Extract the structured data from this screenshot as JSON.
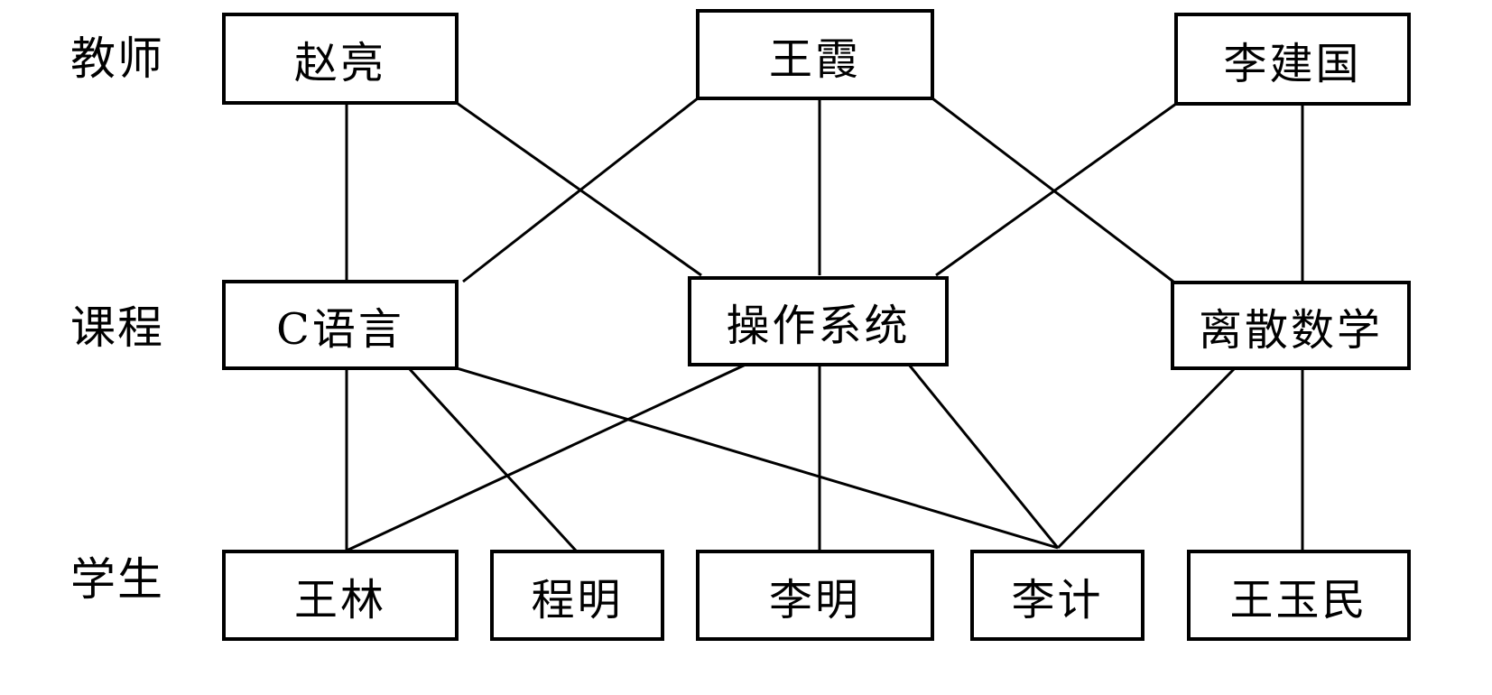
{
  "rows": {
    "teachers": "教师",
    "courses": "课程",
    "students": "学生"
  },
  "teachers": [
    "赵亮",
    "王霞",
    "李建国"
  ],
  "courses": [
    "C语言",
    "操作系统",
    "离散数学"
  ],
  "students": [
    "王林",
    "程明",
    "李明",
    "李计",
    "王玉民"
  ],
  "links": {
    "teacher_course": [
      [
        "赵亮",
        "C语言"
      ],
      [
        "赵亮",
        "操作系统"
      ],
      [
        "王霞",
        "C语言"
      ],
      [
        "王霞",
        "操作系统"
      ],
      [
        "王霞",
        "离散数学"
      ],
      [
        "李建国",
        "操作系统"
      ],
      [
        "李建国",
        "离散数学"
      ]
    ],
    "course_student": [
      [
        "C语言",
        "王林"
      ],
      [
        "C语言",
        "程明"
      ],
      [
        "C语言",
        "李计"
      ],
      [
        "操作系统",
        "王林"
      ],
      [
        "操作系统",
        "李明"
      ],
      [
        "操作系统",
        "李计"
      ],
      [
        "离散数学",
        "李计"
      ],
      [
        "离散数学",
        "王玉民"
      ]
    ]
  }
}
